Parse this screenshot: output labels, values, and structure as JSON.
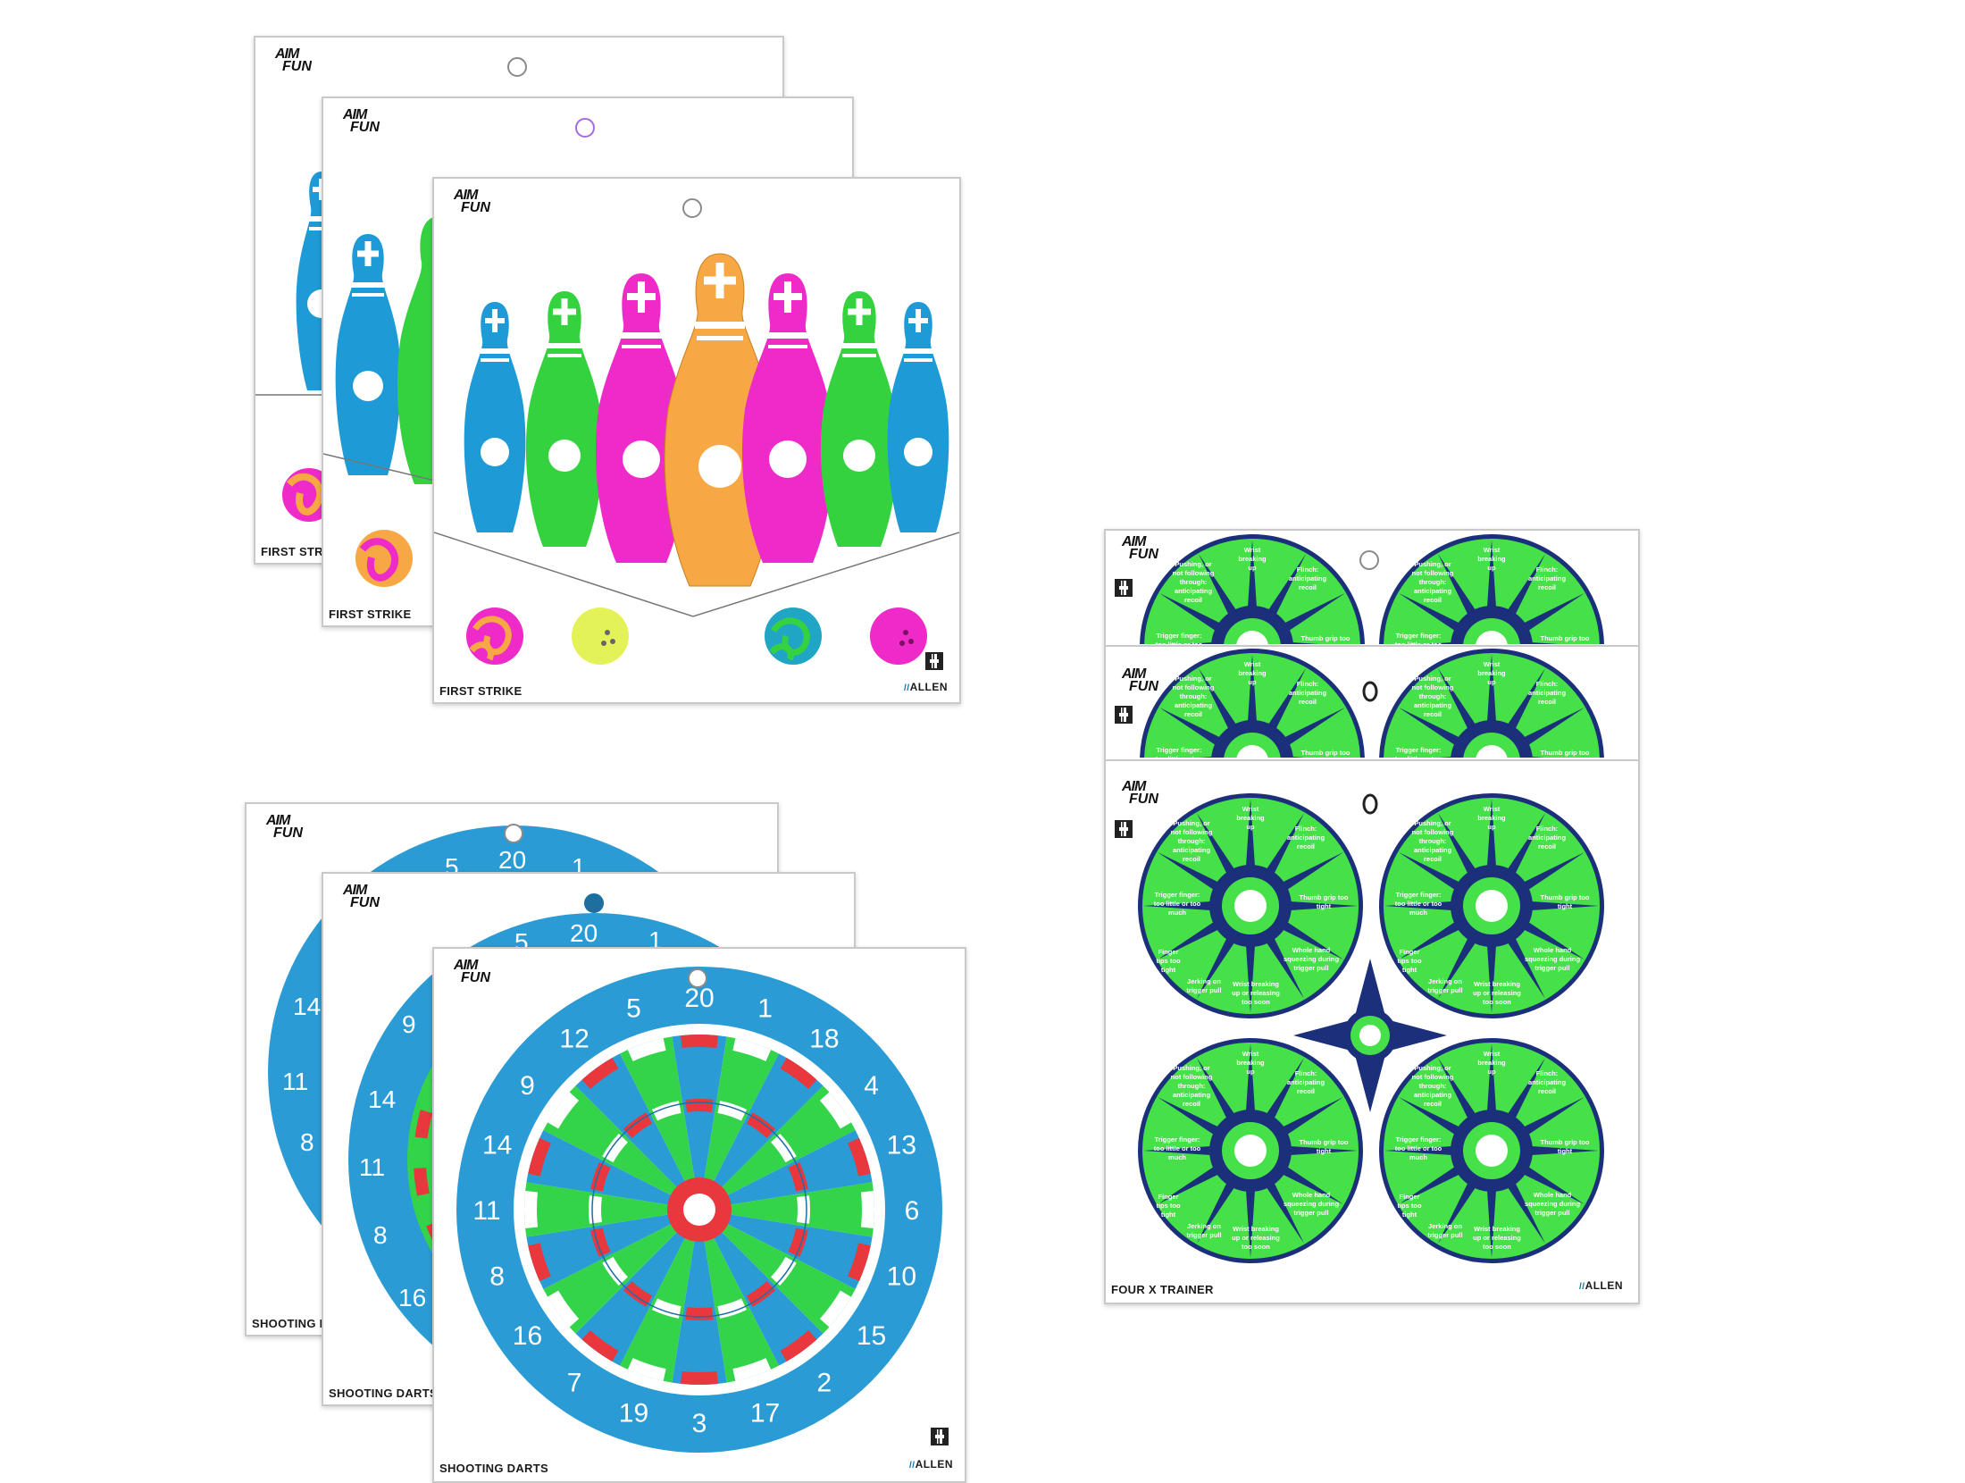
{
  "brand": {
    "line1": "AIM",
    "line2": "FUN"
  },
  "maker": {
    "name": "ALLEN"
  },
  "targets": {
    "bowling": {
      "title": "FIRST STRIKE"
    },
    "darts": {
      "title": "SHOOTING DARTS",
      "numbers": [
        "20",
        "1",
        "18",
        "4",
        "13",
        "6",
        "10",
        "15",
        "2",
        "17",
        "3",
        "19",
        "7",
        "16",
        "8",
        "11",
        "14",
        "9",
        "12",
        "5"
      ],
      "colors": {
        "ring": "#2a9bd4",
        "green": "#34d44a",
        "double": "#e8383d",
        "bull": "#e8383d"
      }
    },
    "trainer": {
      "title": "FOUR X TRAINER",
      "labels": {
        "top": [
          "Wrist",
          "breaking",
          "up"
        ],
        "top_right": [
          "Flinch:",
          "anticipating",
          "recoil"
        ],
        "top_left": [
          "Pushing, or",
          "not following",
          "through:",
          "anticipating",
          "recoil"
        ],
        "left": [
          "Trigger finger:",
          "too little or too",
          "much"
        ],
        "right": [
          "Thumb grip too",
          "tight"
        ],
        "bottom_left": [
          "Finger",
          "tips too",
          "tight"
        ],
        "bottom": [
          "Jerking on",
          "trigger pull"
        ],
        "bottom_right": [
          "Whole hand",
          "squeezing during",
          "trigger pull"
        ],
        "bottom2": [
          "Wrist breaking",
          "up or releasing",
          "too soon"
        ]
      },
      "colors": {
        "green": "#46e048",
        "navy": "#1b2f7a"
      }
    },
    "pin_colors": {
      "blue": "#1e9ad6",
      "green": "#35d23f",
      "pink": "#ee2bc8",
      "orange": "#f7a744"
    }
  }
}
